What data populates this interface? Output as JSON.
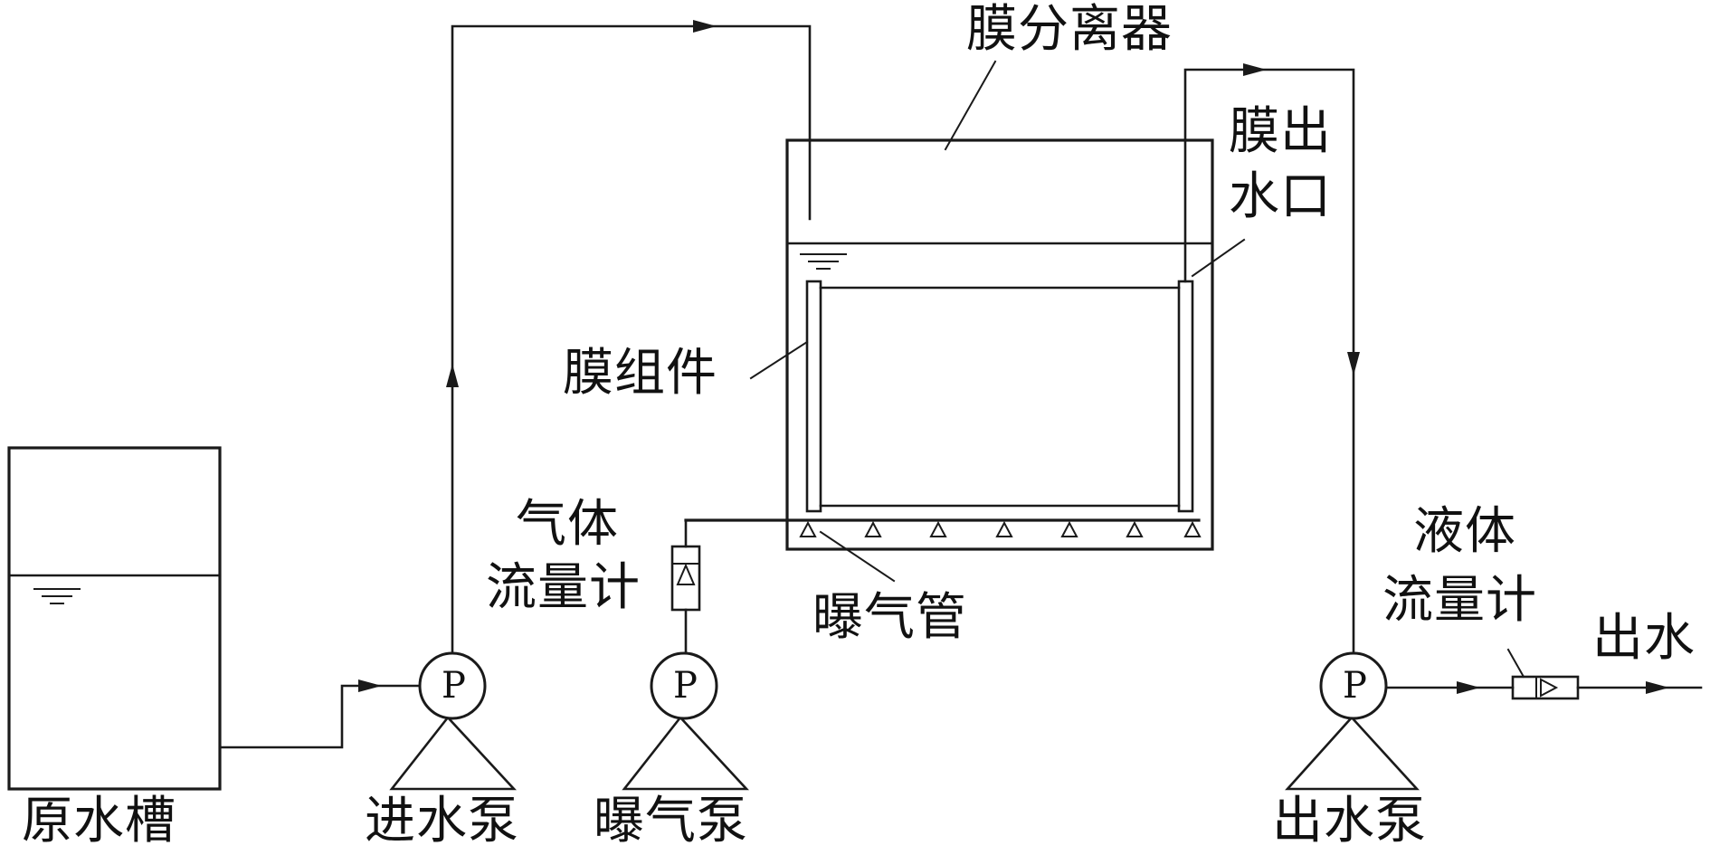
{
  "labels": {
    "raw_tank": "原水槽",
    "inlet_pump": "进水泵",
    "aeration_pump": "曝气泵",
    "outlet_pump": "出水泵",
    "membrane_separator": "膜分离器",
    "membrane_outlet_line1": "膜出",
    "membrane_outlet_line2": "水口",
    "membrane_module": "膜组件",
    "gas_flowmeter_line1": "气体",
    "gas_flowmeter_line2": "流量计",
    "aeration_tube": "曝气管",
    "liquid_flowmeter_line1": "液体",
    "liquid_flowmeter_line2": "流量计",
    "effluent": "出水"
  },
  "pump_symbol": "P",
  "colors": {
    "line": "#1a1a1a",
    "background": "#ffffff",
    "text": "#111111"
  }
}
